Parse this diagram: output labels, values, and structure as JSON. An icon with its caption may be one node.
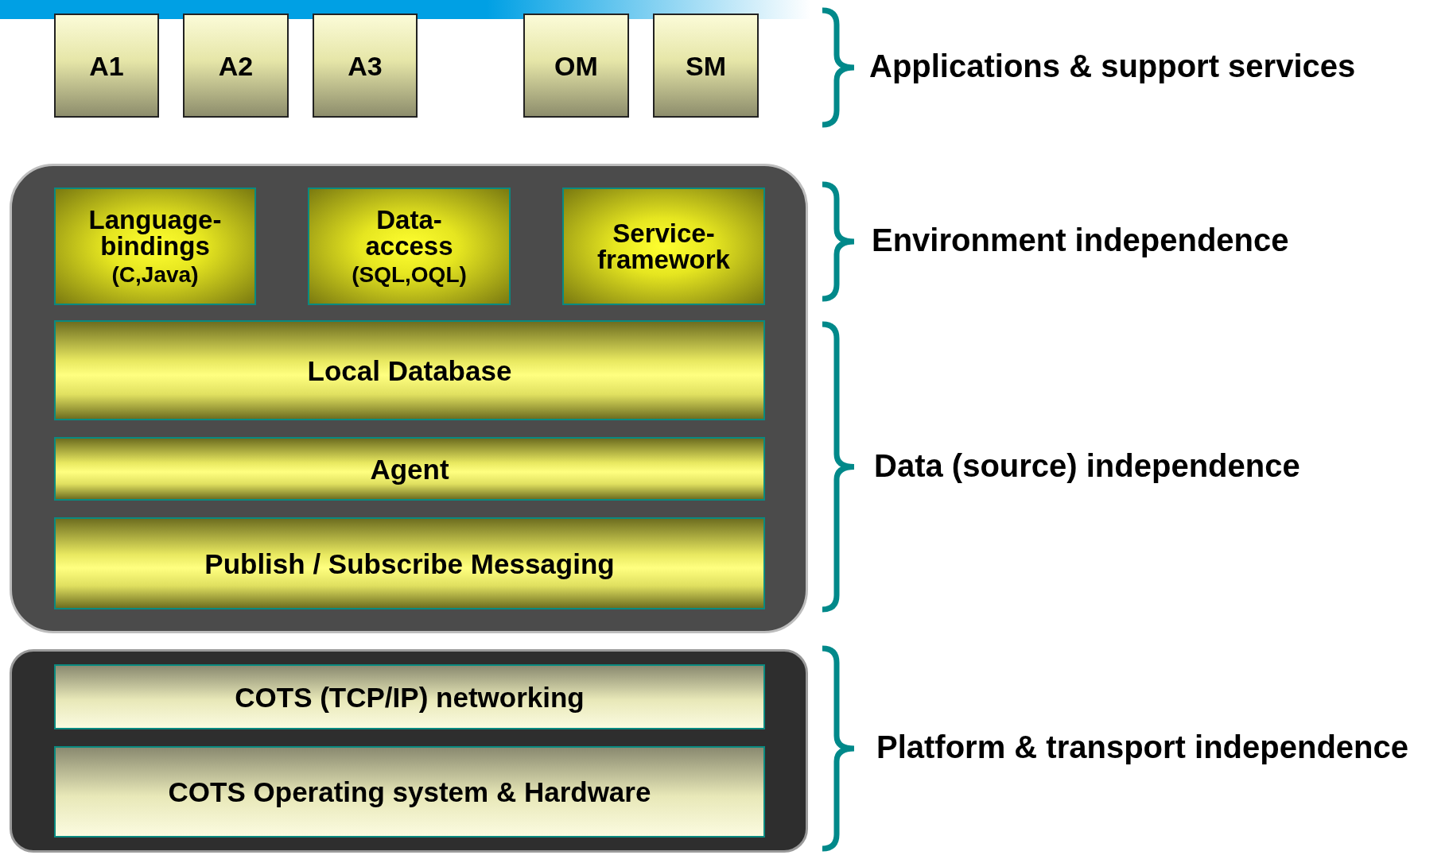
{
  "diagram": {
    "nodes": [
      {
        "text": [
          "A1"
        ]
      },
      {
        "text": [
          "A2"
        ]
      },
      {
        "text": [
          "A3"
        ]
      },
      {
        "text": [
          "OM"
        ]
      },
      {
        "text": [
          "SM"
        ]
      },
      {
        "text": [],
        "shape": "box"
      },
      {
        "text": [
          "Language- bindings",
          "(C,Java)"
        ],
        "in": 5
      },
      {
        "text": [
          "Data- access",
          "(SQL,OQL)"
        ],
        "in": 5
      },
      {
        "text": [
          "Service- framework"
        ],
        "in": 5
      },
      {
        "text": [
          "Local Database"
        ],
        "in": 5
      },
      {
        "text": [
          "Agent"
        ],
        "in": 5
      },
      {
        "text": [
          "Publish / Subscribe Messaging"
        ],
        "in": 5
      },
      {
        "text": [],
        "shape": "box"
      },
      {
        "text": [
          "COTS (TCP/IP) networking"
        ],
        "in": 12
      },
      {
        "text": [
          "COTS Operating system & Hardware"
        ],
        "in": 12
      }
    ],
    "edges": [],
    "labels": [
      "Applications & support services",
      "Environment independence",
      "Data (source) independence",
      "Platform & transport independence"
    ]
  }
}
